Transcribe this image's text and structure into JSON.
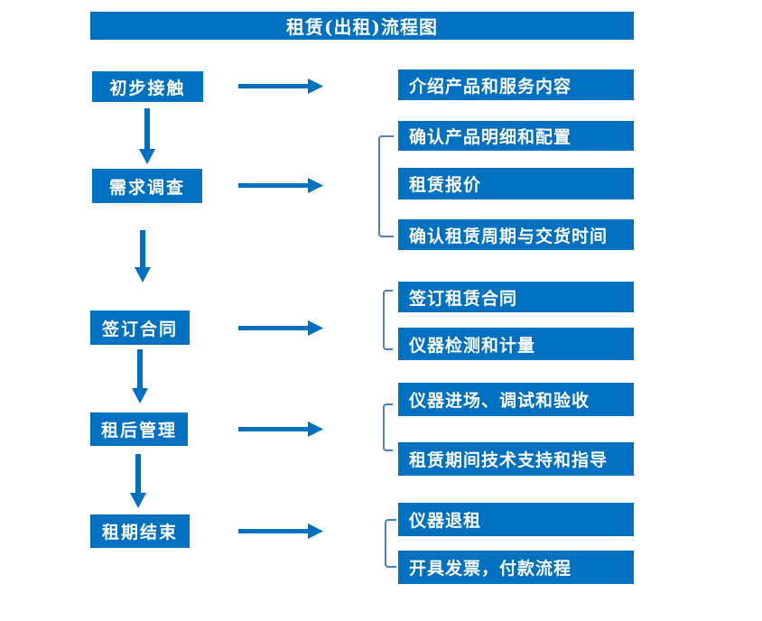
{
  "title": "租赁(出租)流程图",
  "colors": {
    "primary_blue": "#0070C0",
    "bracket_blue": "#4E81BD",
    "box_text": "#FFFFFF",
    "background": "#FFFFFF"
  },
  "steps": [
    {
      "label": "初步接触",
      "outputs": [
        "介绍产品和服务内容"
      ]
    },
    {
      "label": "需求调查",
      "outputs": [
        "确认产品明细和配置",
        "租赁报价",
        "确认租赁周期与交货时间"
      ]
    },
    {
      "label": "签订合同",
      "outputs": [
        "签订租赁合同",
        "仪器检测和计量"
      ]
    },
    {
      "label": "租后管理",
      "outputs": [
        "仪器进场、调试和验收",
        "租赁期间技术支持和指导"
      ]
    },
    {
      "label": "租期结束",
      "outputs": [
        "仪器退租",
        "开具发票，付款流程"
      ]
    }
  ]
}
